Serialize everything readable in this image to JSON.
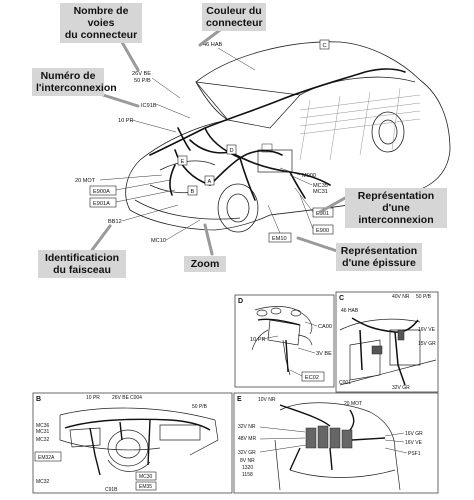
{
  "callouts": {
    "nombre_voies": "Nombre de voies\ndu connecteur",
    "couleur": "Couleur du\nconnecteur",
    "numero_interconnexion": "Numéro de\nl'interconnexion",
    "representation_interconnexion": "Représentation\nd'une interconnexion",
    "representation_epissure": "Représentation\nd'une épissure",
    "identification_faisceau": "Identificaticion\ndu faisceau",
    "zoom": "Zoom"
  },
  "main_labels": {
    "hab46": "46 HAB",
    "be26": "26V BE",
    "pb50": "50 P/B",
    "c91b": "IC91B",
    "pr10": "10 PR",
    "mot20": "20 MOT",
    "e900a": "E900A",
    "e901a": "E901A",
    "bb12": "BB12",
    "mc10": "MC10",
    "m000": "M000",
    "mc35": "MC35",
    "mc31": "MC31",
    "e901": "E901",
    "e900": "E900",
    "em10": "EM10",
    "tag_d": "D",
    "tag_e": "E",
    "tag_c": "C",
    "tag_a": "A",
    "tag_b": "B"
  },
  "panel_d": {
    "letter": "D",
    "ca00": "CA00",
    "pr10": "10 PR",
    "be3v": "3V BE",
    "ec02": "EC02"
  },
  "panel_c": {
    "letter": "C",
    "nr40": "40V NR",
    "pb50": "50 P/B",
    "hab46": "46 HAB",
    "ve16": "16V VE",
    "gr15": "15V GR",
    "c001": "C001",
    "gr32": "32V GR"
  },
  "panel_b": {
    "letter": "B",
    "pr10": "10 PR",
    "be26": "26V BE",
    "c004": "C004",
    "pb50": "50 P/B",
    "mc36": "MC36",
    "mc31": "MC31",
    "mc32": "MC32",
    "em32a": "EM32A",
    "mc30": "MC30",
    "em35": "EM35",
    "mc32b": "MC32",
    "c91b": "C91B"
  },
  "panel_e": {
    "letter": "E",
    "nr10": "10V NR",
    "mot20": "20 MOT",
    "nr32": "32V NR",
    "mr48": "48V MR",
    "gr32": "32V GR",
    "nr8": "8V NR",
    "n1320": "1320",
    "n1158": "1158",
    "gr16": "16V GR",
    "ve16": "16V VE",
    "psf1": "PSF1"
  }
}
